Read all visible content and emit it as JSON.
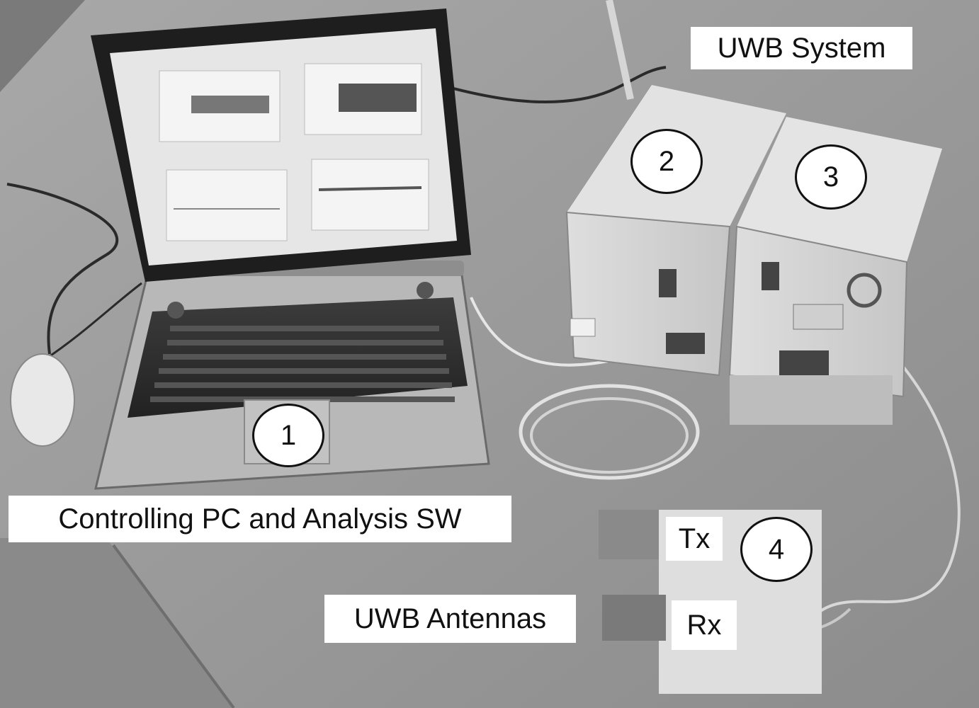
{
  "labels": {
    "uwb_system": "UWB System",
    "controlling_pc": "Controlling PC and Analysis SW",
    "uwb_antennas": "UWB Antennas",
    "tx": "Tx",
    "rx": "Rx"
  },
  "callouts": {
    "laptop": "1",
    "unit_left": "2",
    "unit_right": "3",
    "antenna": "4"
  }
}
